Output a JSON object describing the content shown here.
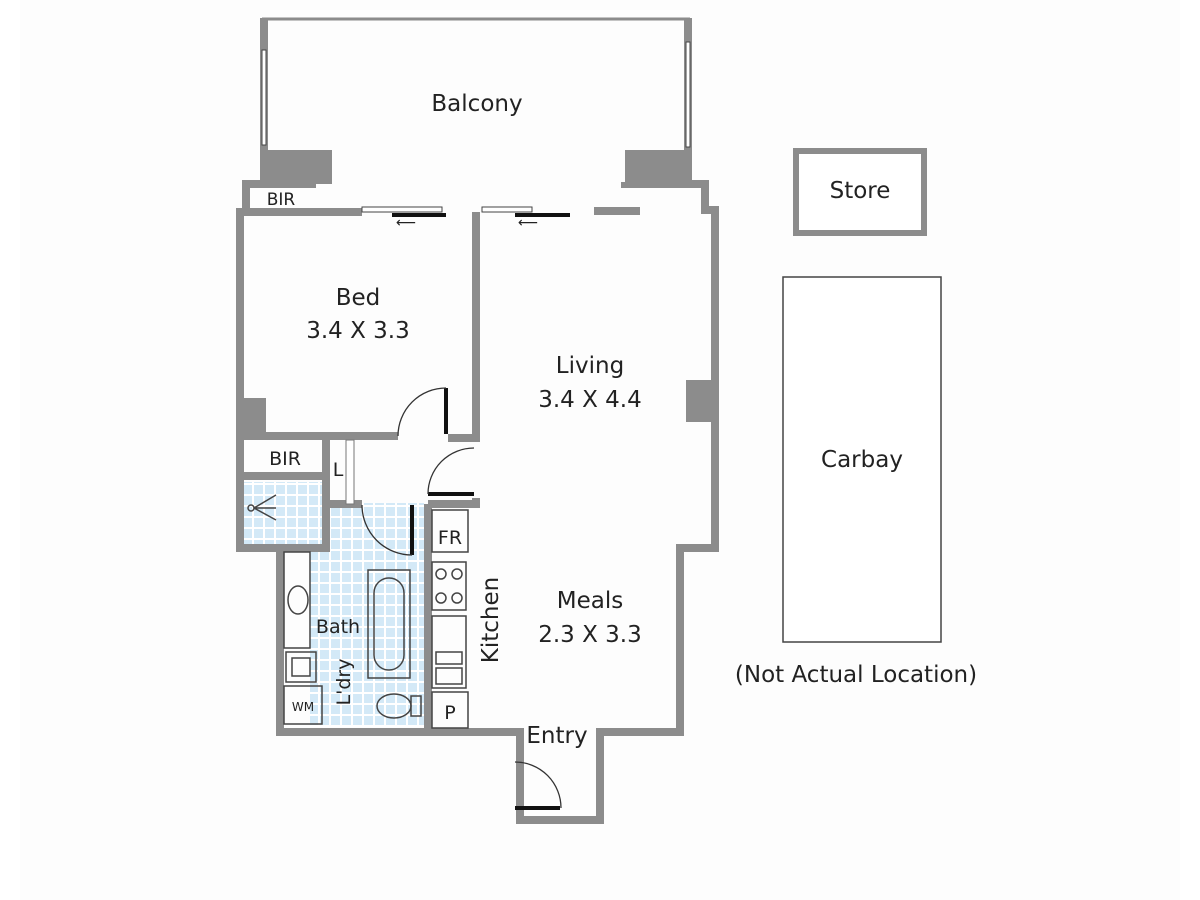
{
  "rooms": {
    "balcony": "Balcony",
    "store": "Store",
    "bir_top": "BIR",
    "bed": "Bed",
    "bed_size": "3.4 X 3.3",
    "living": "Living",
    "living_size": "3.4 X 4.4",
    "bir_bottom": "BIR",
    "linen": "L",
    "carbay": "Carbay",
    "fridge": "FR",
    "kitchen": "Kitchen",
    "meals": "Meals",
    "meals_size": "2.3 X 3.3",
    "bath": "Bath",
    "laundry": "L'dry",
    "washing_machine": "WM",
    "pantry": "P",
    "entry": "Entry",
    "carbay_note": "(Not Actual Location)"
  },
  "colors": {
    "wall": "#8c8c8c",
    "tile": "#d3e9f7"
  }
}
